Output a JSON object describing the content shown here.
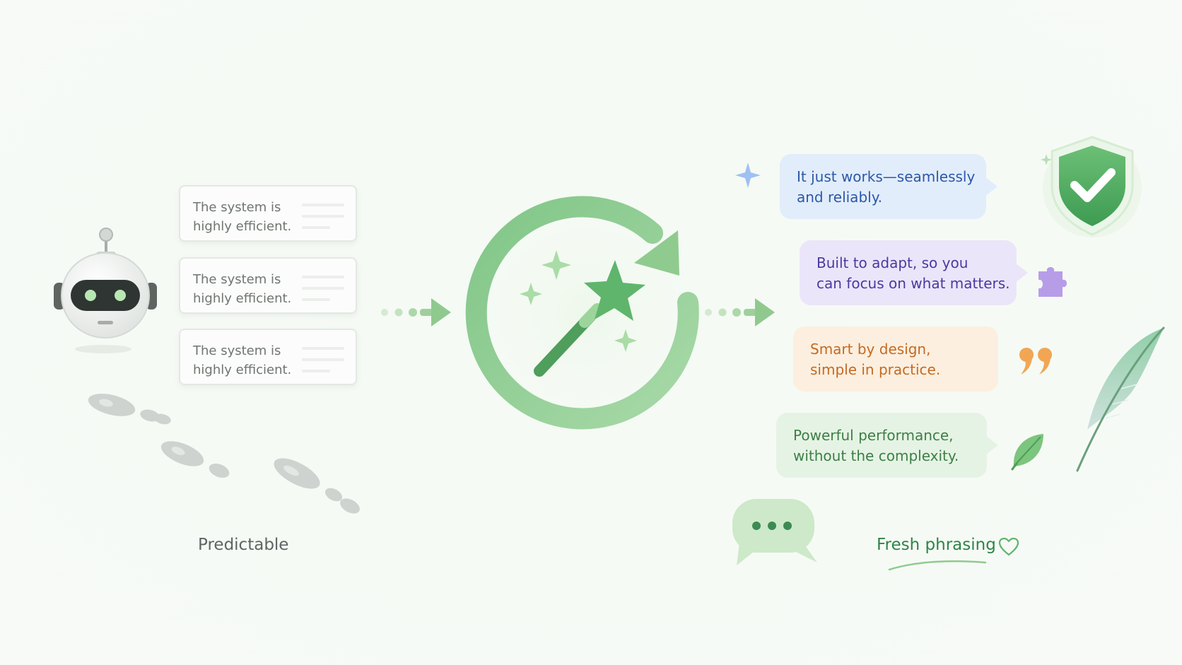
{
  "left": {
    "cards": [
      {
        "text": "The system is\nhighly efficient."
      },
      {
        "text": "The system is\nhighly efficient."
      },
      {
        "text": "The system is\nhighly efficient."
      }
    ],
    "caption": "Predictable"
  },
  "right": {
    "bubbles": [
      {
        "text": "It just works—seamlessly\nand reliably.",
        "bg": "#e2edfb",
        "color": "#2c58a8"
      },
      {
        "text": "Built to adapt, so you\ncan focus on what matters.",
        "bg": "#ebe5fa",
        "color": "#4a3a9e"
      },
      {
        "text": "Smart by design,\nsimple in practice.",
        "bg": "#fcefdf",
        "color": "#c46a22"
      },
      {
        "text": "Powerful performance,\nwithout the complexity.",
        "bg": "#e5f3e4",
        "color": "#3d7f46"
      }
    ],
    "caption": "Fresh phrasing"
  },
  "icons": {
    "robot": "robot-icon",
    "footprints": "footprints-icon",
    "transform": "refresh-cycle-magic-wand-icon",
    "shield": "shield-check-icon",
    "puzzle": "puzzle-piece-icon",
    "quote": "quote-mark-icon",
    "leaf": "leaf-icon",
    "feather": "feather-icon",
    "chat": "chat-bubble-icon",
    "heart": "heart-outline-icon",
    "sparkle": "sparkle-icon"
  },
  "colors": {
    "accent_green": "#5fb56c",
    "dark_green": "#3f8f55",
    "gray_text": "#6f7570",
    "caption_green": "#2f8447"
  }
}
